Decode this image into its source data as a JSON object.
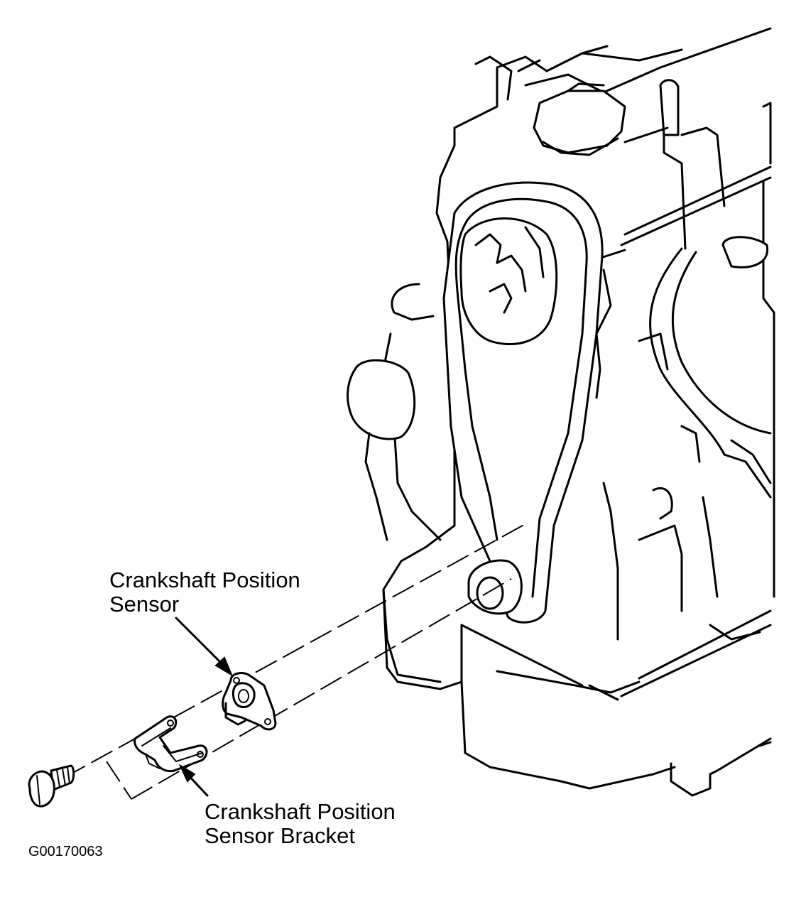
{
  "labels": {
    "sensor_line1": "Crankshaft Position",
    "sensor_line2": "Sensor",
    "bracket_line1": "Crankshaft Position",
    "bracket_line2": "Sensor Bracket"
  },
  "figure_id": "G00170063",
  "colors": {
    "ink": "#000000",
    "background": "#ffffff"
  }
}
